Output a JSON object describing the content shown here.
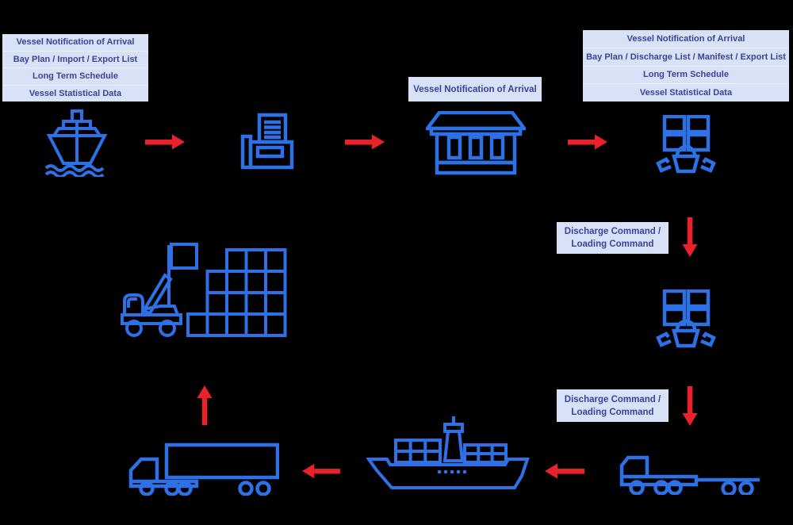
{
  "palette": {
    "canvas_bg": "#000000",
    "icon_blue": "#2e70e5",
    "arrow_red": "#e8212b",
    "label_bg": "#d8e2f7",
    "label_divider": "#edf2fc",
    "label_text": "#3c4199"
  },
  "diagram": {
    "vessel_docs_box": {
      "rows": [
        "Vessel Notification of Arrival",
        "Bay Plan / Import / Export List",
        "Long Term Schedule",
        "Vessel Statistical Data"
      ]
    },
    "arrival_notice_label": "Vessel Notification of Arrival",
    "port_docs_box": {
      "rows": [
        "Vessel Notification of Arrival",
        "Bay Plan / Discharge List / Manifest / Export List",
        "Long Term Schedule",
        "Vessel Statistical Data"
      ]
    },
    "command_label_top": {
      "line1": "Discharge Command /",
      "line2": "Loading Command"
    },
    "command_label_bottom": {
      "line1": "Discharge Command /",
      "line2": "Loading Command"
    },
    "icons": {
      "ship": "cargo-vessel",
      "fax": "fax-machine",
      "building": "port-authority-building",
      "operator_top": "terminal-operator-console",
      "operator_middle": "terminal-operator-console",
      "flatbed_truck": "empty-chassis-truck",
      "container_ship": "container-ship",
      "container_truck": "container-truck",
      "reach_stacker": "reach-stacker-with-container-stack"
    }
  }
}
